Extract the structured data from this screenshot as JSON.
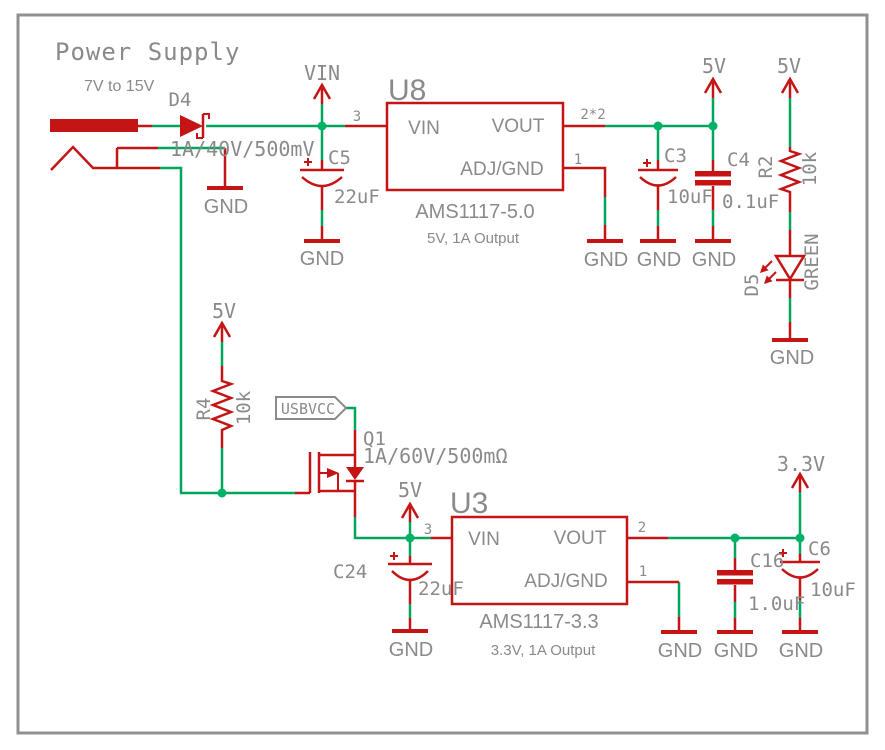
{
  "colors": {
    "symbol_red": "#C41414",
    "wire_green": "#00A55C",
    "text_gray": "#8A8A8A",
    "border_gray": "#909090",
    "background": "#FFFFFF"
  },
  "title": "Power Supply",
  "input_range": "7V to 15V",
  "nets": {
    "gnd": "GND",
    "vin": "VIN",
    "v5": "5V",
    "v33": "3.3V",
    "usbvcc": "USBVCC"
  },
  "components": {
    "d4": {
      "ref": "D4",
      "value": "1A/40V/500mV"
    },
    "c5": {
      "ref": "C5",
      "value": "22uF"
    },
    "c3": {
      "ref": "C3",
      "value": "10uF"
    },
    "c4": {
      "ref": "C4",
      "value": "0.1uF"
    },
    "r2": {
      "ref": "R2",
      "value": "10k"
    },
    "d5": {
      "ref": "D5",
      "value": "GREEN"
    },
    "r4": {
      "ref": "R4",
      "value": "10k"
    },
    "q1": {
      "ref": "Q1",
      "value": "1A/60V/500mΩ"
    },
    "c24": {
      "ref": "C24",
      "value": "22uF"
    },
    "c16": {
      "ref": "C16",
      "value": "1.0uF"
    },
    "c6": {
      "ref": "C6",
      "value": "10uF"
    },
    "u8": {
      "ref": "U8",
      "part": "AMS1117-5.0",
      "desc": "5V, 1A Output",
      "pin_vin": "VIN",
      "pin_vout": "VOUT",
      "pin_adj": "ADJ/GND",
      "num_vin": "3",
      "num_vout": "2*2",
      "num_adj": "1"
    },
    "u3": {
      "ref": "U3",
      "part": "AMS1117-3.3",
      "desc": "3.3V, 1A Output",
      "pin_vin": "VIN",
      "pin_vout": "VOUT",
      "pin_adj": "ADJ/GND",
      "num_vin": "3",
      "num_vout": "2",
      "num_adj": "1"
    }
  }
}
